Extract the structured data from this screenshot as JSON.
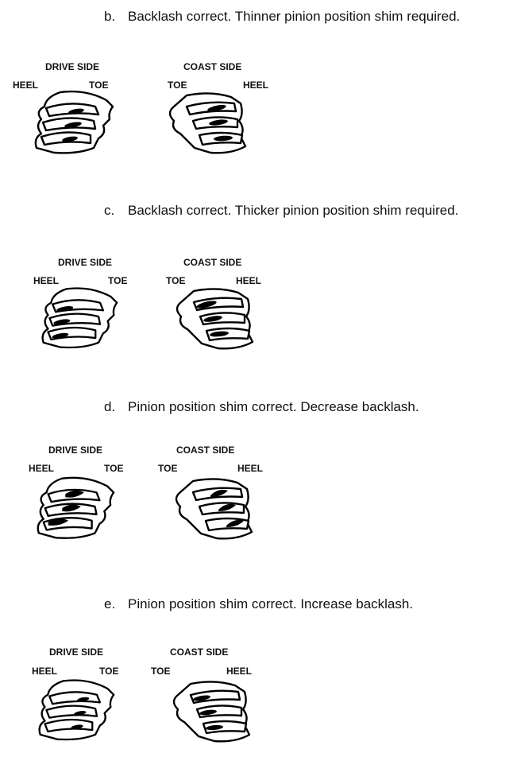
{
  "sections": [
    {
      "letter": "b.",
      "text": "Backlash correct. Thinner pinion position shim required.",
      "drive": {
        "title": "DRIVE SIDE",
        "left": "HEEL",
        "right": "TOE"
      },
      "coast": {
        "title": "COAST SIDE",
        "left": "TOE",
        "right": "HEEL"
      }
    },
    {
      "letter": "c.",
      "text": "Backlash correct. Thicker pinion position shim required.",
      "drive": {
        "title": "DRIVE SIDE",
        "left": "HEEL",
        "right": "TOE"
      },
      "coast": {
        "title": "COAST SIDE",
        "left": "TOE",
        "right": "HEEL"
      }
    },
    {
      "letter": "d.",
      "text": "Pinion position shim correct. Decrease backlash.",
      "drive": {
        "title": "DRIVE SIDE",
        "left": "HEEL",
        "right": "TOE"
      },
      "coast": {
        "title": "COAST SIDE",
        "left": "TOE",
        "right": "HEEL"
      }
    },
    {
      "letter": "e.",
      "text": "Pinion position shim correct. Increase backlash.",
      "drive": {
        "title": "DRIVE SIDE",
        "left": "HEEL",
        "right": "TOE"
      },
      "coast": {
        "title": "COAST SIDE",
        "left": "TOE",
        "right": "HEEL"
      }
    }
  ]
}
